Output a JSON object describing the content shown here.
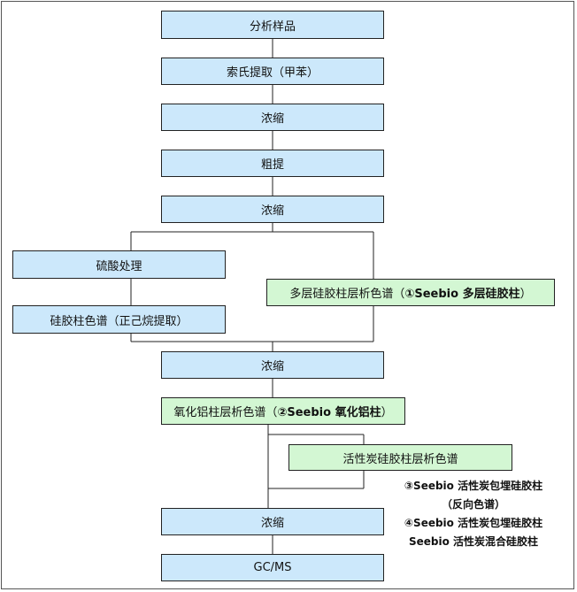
{
  "steps": {
    "sample": "分析样品",
    "soxhlet": "索氏提取（甲苯）",
    "concentrate_1": "浓缩",
    "crude": "粗提",
    "concentrate_2": "浓缩",
    "sulfuric": "硫酸处理",
    "silica_prefix": "硅胶柱色谱（正己烷提取）",
    "multilayer_prefix": "多层硅胶柱层析色谱（",
    "multilayer_bold": "①Seebio 多层硅胶柱",
    "multilayer_suffix": "）",
    "concentrate_3": "浓缩",
    "alumina_prefix": "氧化铝柱层析色谱（",
    "alumina_bold": "②Seebio 氧化铝柱",
    "alumina_suffix": "）",
    "carbon_silica": "活性炭硅胶柱层析色谱",
    "concentrate_4": "浓缩",
    "gcms": "GC/MS"
  },
  "notes": {
    "note_3_line1": "③Seebio 活性炭包埋硅胶柱",
    "note_3_line2": "（反向色谱）",
    "note_4_line1": "④Seebio 活性炭包埋硅胶柱",
    "note_4_line2": "Seebio 活性炭混合硅胶柱"
  },
  "colors": {
    "blue_box": "#cce8fb",
    "green_box": "#d3f7d3"
  }
}
